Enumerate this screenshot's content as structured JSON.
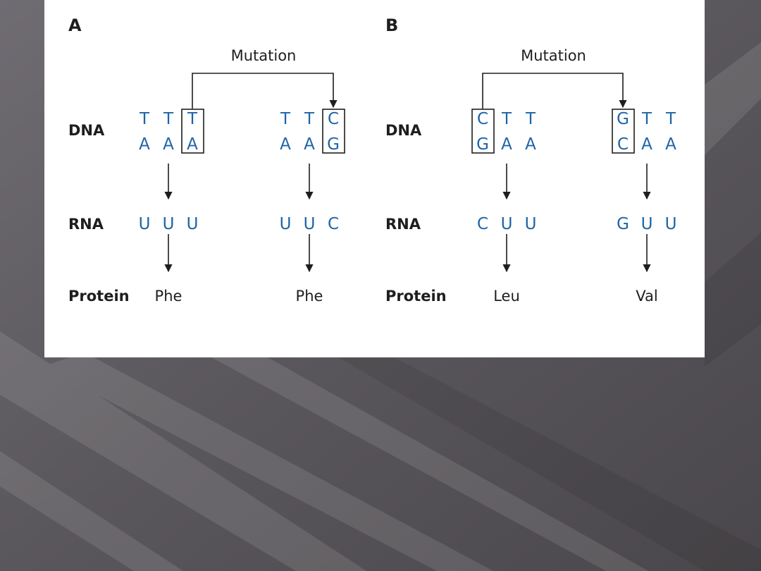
{
  "colors": {
    "base_blue": "#1d64a8",
    "text_dark": "#1e1e1e",
    "slide_bg": "#5d5a5f",
    "panel_bg": "#ffffff"
  },
  "panels": [
    {
      "letter": "A",
      "mutation_label": "Mutation",
      "row_labels": {
        "dna": "DNA",
        "rna": "RNA",
        "protein": "Protein"
      },
      "original": {
        "dna_top": [
          "T",
          "T",
          "T"
        ],
        "dna_bottom": [
          "A",
          "A",
          "A"
        ],
        "rna": [
          "U",
          "U",
          "U"
        ],
        "protein": "Phe",
        "boxed_index": 2
      },
      "mutant": {
        "dna_top": [
          "T",
          "T",
          "C"
        ],
        "dna_bottom": [
          "A",
          "A",
          "G"
        ],
        "rna": [
          "U",
          "U",
          "C"
        ],
        "protein": "Phe",
        "boxed_index": 2
      }
    },
    {
      "letter": "B",
      "mutation_label": "Mutation",
      "row_labels": {
        "dna": "DNA",
        "rna": "RNA",
        "protein": "Protein"
      },
      "original": {
        "dna_top": [
          "C",
          "T",
          "T"
        ],
        "dna_bottom": [
          "G",
          "A",
          "A"
        ],
        "rna": [
          "C",
          "U",
          "U"
        ],
        "protein": "Leu",
        "boxed_index": 0
      },
      "mutant": {
        "dna_top": [
          "G",
          "T",
          "T"
        ],
        "dna_bottom": [
          "C",
          "A",
          "A"
        ],
        "rna": [
          "G",
          "U",
          "U"
        ],
        "protein": "Val",
        "boxed_index": 0
      }
    }
  ]
}
